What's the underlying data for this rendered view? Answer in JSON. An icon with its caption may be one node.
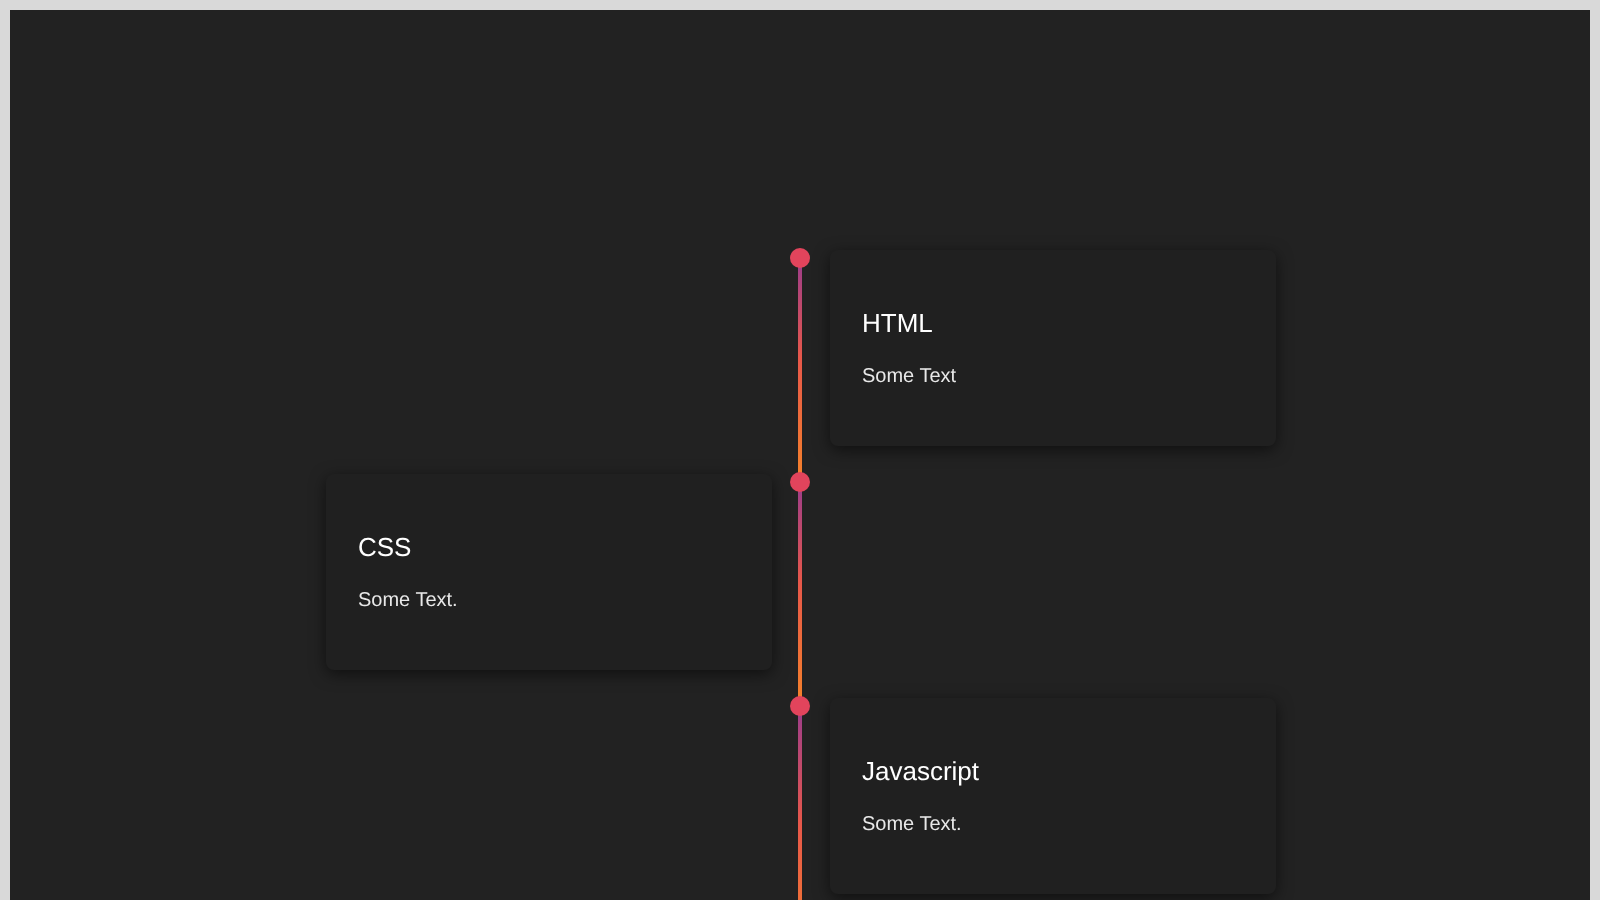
{
  "diagram": {
    "nodes": [
      {
        "text": [
          "HTML",
          "Some Text"
        ]
      },
      {
        "text": [
          "CSS",
          "Some Text."
        ]
      },
      {
        "text": [
          "Javascript",
          "Some Text."
        ]
      }
    ]
  }
}
